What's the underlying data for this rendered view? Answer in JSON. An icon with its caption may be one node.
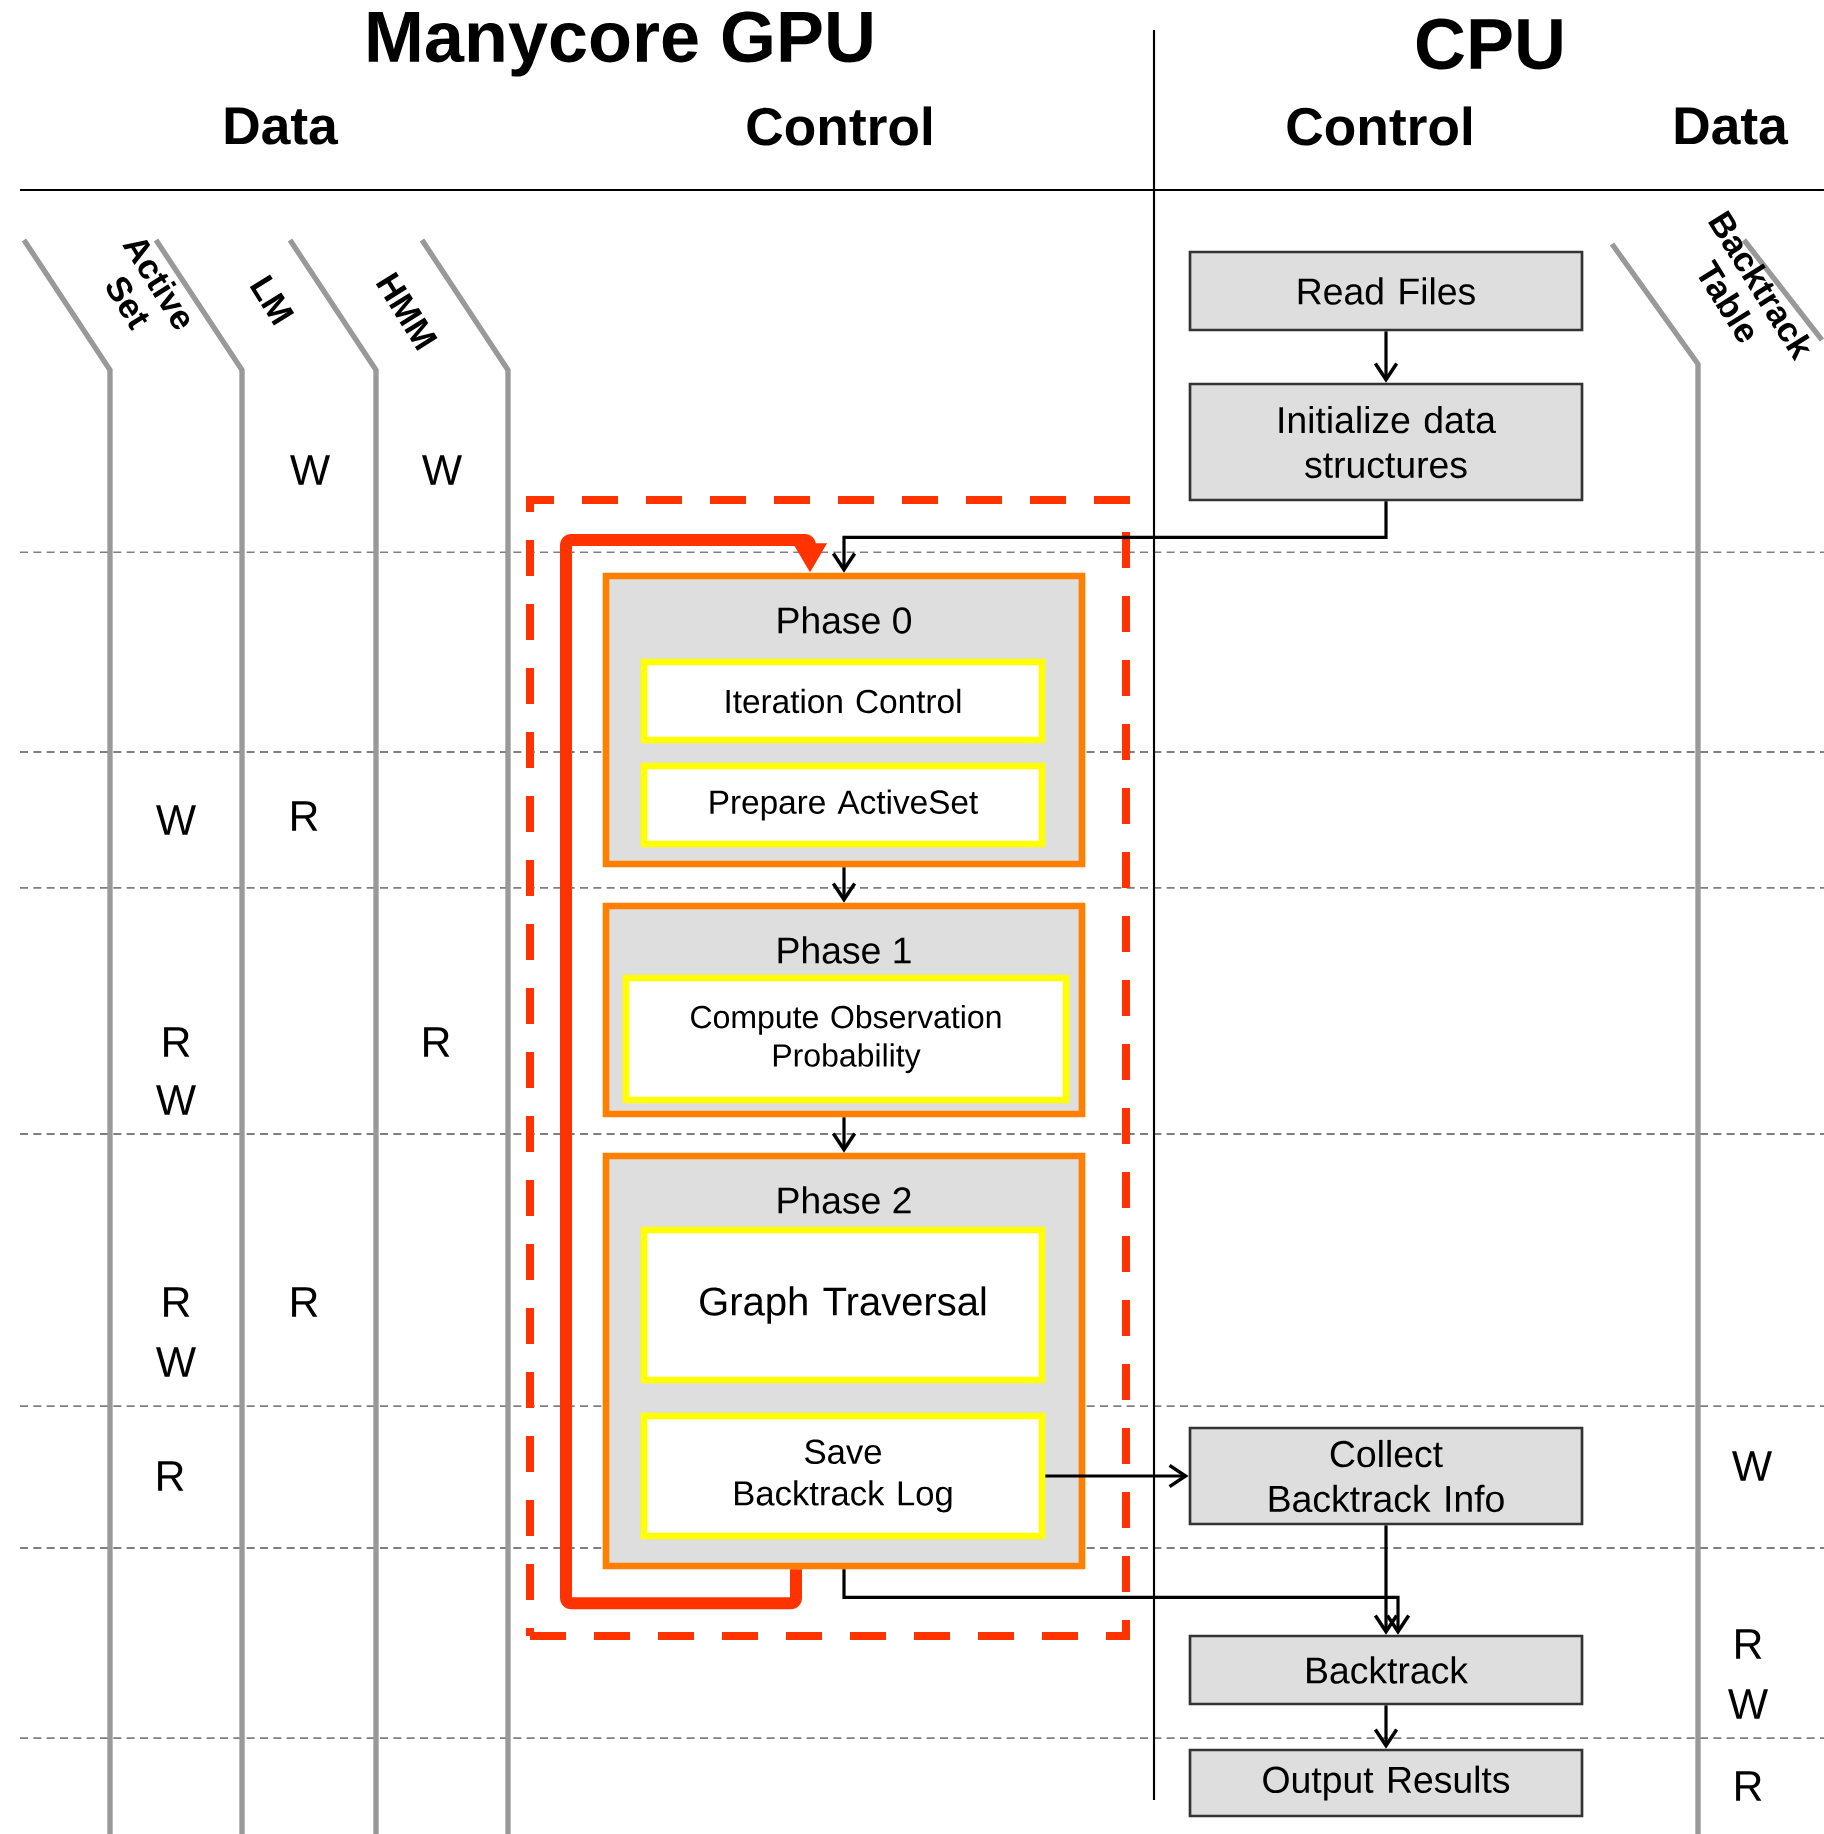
{
  "diagram": {
    "nodes": [
      {
        "text": [
          "Read Files"
        ]
      },
      {
        "text": [
          "Initialize data structures"
        ]
      },
      {
        "text": [],
        "shape": "box"
      },
      {
        "text": [
          "Phase 0"
        ],
        "in": 2
      },
      {
        "text": [
          "Iteration Control"
        ],
        "in": 3
      },
      {
        "text": [
          "Prepare ActiveSet"
        ],
        "in": 3
      },
      {
        "text": [
          "Phase 1"
        ],
        "in": 2
      },
      {
        "text": [
          "Compute Observation Probability"
        ],
        "in": 6
      },
      {
        "text": [
          "Phase 2"
        ],
        "in": 2
      },
      {
        "text": [
          "Graph Traversal"
        ],
        "in": 8
      },
      {
        "text": [
          "Save Backtrack Log"
        ],
        "in": 8
      },
      {
        "text": [
          "Collect Backtrack Info"
        ]
      },
      {
        "text": [
          "Backtrack"
        ]
      },
      {
        "text": [
          "Output Results"
        ]
      }
    ],
    "edges": [
      {
        "from": 0,
        "to": 1,
        "arrow": "to"
      },
      {
        "from": 1,
        "to": 3,
        "arrow": "to"
      },
      {
        "from": 3,
        "to": 6,
        "arrow": "to"
      },
      {
        "from": 6,
        "to": 8,
        "arrow": "to"
      },
      {
        "from": 8,
        "to": 3,
        "arrow": "to",
        "style": "thick",
        "color": "#ff3300"
      },
      {
        "from": 10,
        "to": 11,
        "arrow": "to"
      },
      {
        "from": 8,
        "to": 12,
        "arrow": "to"
      },
      {
        "from": 11,
        "to": 12,
        "arrow": "to"
      },
      {
        "from": 12,
        "to": 13,
        "arrow": "to"
      }
    ],
    "labels": [
      "Manycore GPU",
      "CPU",
      "Data",
      "Control",
      "Control",
      "Data",
      "Active Set",
      "LM",
      "HMM",
      "Backtrack Table",
      "W",
      "W",
      "W",
      "R",
      "R",
      "R",
      "W",
      "R",
      "R",
      "W",
      "R",
      "W",
      "R",
      "W",
      "R"
    ]
  }
}
